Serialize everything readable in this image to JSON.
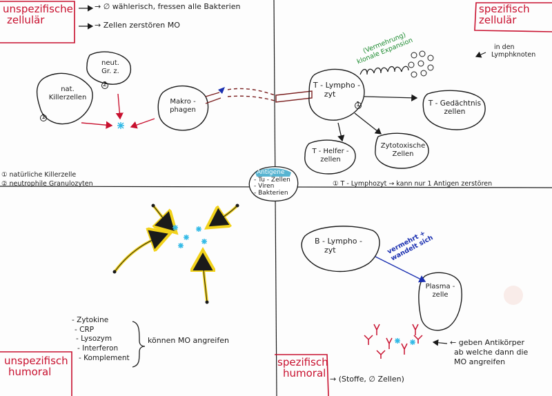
{
  "quadrants": {
    "unspez_zellulaer": {
      "title_line1": "unspezifische",
      "title_line2": "zellulär",
      "note1": "→ ∅ wählerisch, fressen alle Bakterien",
      "note2": "→ Zellen zerstören MO",
      "cell_killer_line1": "nat.",
      "cell_killer_line2": "Killerzellen",
      "cell_neut_line1": "neut.",
      "cell_neut_line2": "Gr. z.",
      "cell_makro_line1": "Makro -",
      "cell_makro_line2": "phagen",
      "marker1": "1",
      "marker2": "2",
      "footnote1": "① natürliche Killerzelle",
      "footnote2": "② neutrophile Granulozyten"
    },
    "spez_zellulaer": {
      "title_line1": "spezifisch",
      "title_line2": "zellulär",
      "lymph_note_line1": "in den",
      "lymph_note_line2": "Lymphknoten",
      "vermehrung_line1": "(Vermehrung)",
      "vermehrung_line2": "klonale Expansion",
      "cell_tlympho_line1": "T - Lympho -",
      "cell_tlympho_line2": "zyt",
      "cell_gedaechtnis_line1": "T - Gedächtnis",
      "cell_gedaechtnis_line2": "zellen",
      "cell_helfer_line1": "T - Helfer -",
      "cell_helfer_line2": "zellen",
      "cell_zytotox_line1": "Zytotoxische",
      "cell_zytotox_line2": "Zellen",
      "marker1": "1",
      "footnote": "① T - Lymphozyt → kann nur 1 Antigen zerstören"
    },
    "antigene": {
      "title": "Antigene",
      "item1": "- Tu - Zellen",
      "item2": "- Viren",
      "item3": "- Bakterien"
    },
    "unspez_humoral": {
      "title_line1": "unspezifisch",
      "title_line2": "humoral",
      "list": [
        "- Zytokine",
        "- CRP",
        "- Lysozym",
        "- Interferon",
        "- Komplement"
      ],
      "brace_text": "können MO angreifen"
    },
    "spez_humoral": {
      "title_line1": "spezifisch",
      "title_line2": "humoral",
      "note": "→ (Stoffe, ∅ Zellen)",
      "cell_blympho_line1": "B - Lympho -",
      "cell_blympho_line2": "zyt",
      "vermehrt_line1": "vermehrt +",
      "vermehrt_line2": "wandelt sich",
      "cell_plasma_line1": "Plasma -",
      "cell_plasma_line2": "zelle",
      "antibody_note_line1": "← geben Antikörper",
      "antibody_note_line2": "ab welche dann die",
      "antibody_note_line3": "MO angreifen"
    }
  },
  "colors": {
    "ink": "#1a1a1a",
    "red": "#c8102e",
    "green": "#1b8a2e",
    "blue": "#1a2fb0",
    "cyan": "#2fb8e6",
    "yellow": "#f2d21b",
    "darkred": "#7a1f1f"
  }
}
